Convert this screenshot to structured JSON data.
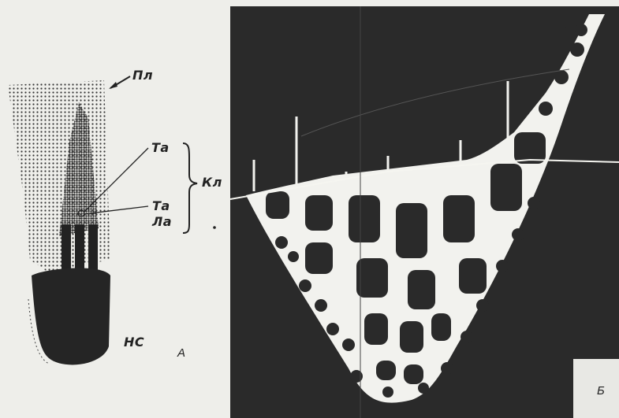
{
  "labels": {
    "pl": "Пл",
    "ta1": "Та",
    "kl": "Кл",
    "ta2": "Та",
    "la": "Ла",
    "nc": "НС",
    "panel_a": "А",
    "panel_b": "Б"
  }
}
